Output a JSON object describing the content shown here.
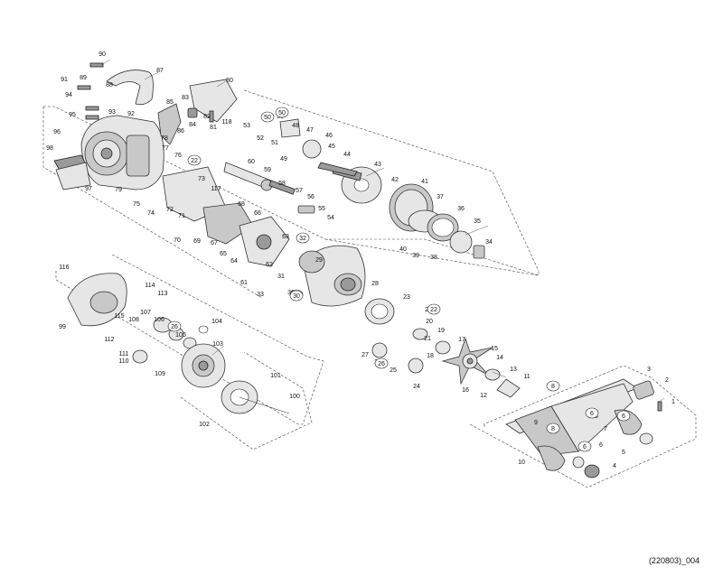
{
  "diagram": {
    "reference_code": "(220803)_004",
    "part_labels": [
      "1",
      "2",
      "3",
      "4",
      "5",
      "6",
      "7",
      "8",
      "9",
      "10",
      "11",
      "12",
      "13",
      "14",
      "15",
      "16",
      "17",
      "18",
      "19",
      "20",
      "21",
      "22",
      "23",
      "24",
      "25",
      "26",
      "27",
      "28",
      "29",
      "30",
      "31",
      "32",
      "33",
      "34",
      "35",
      "36",
      "37",
      "38",
      "39",
      "40",
      "41",
      "42",
      "43",
      "44",
      "45",
      "46",
      "47",
      "48",
      "49",
      "50",
      "51",
      "52",
      "53",
      "54",
      "55",
      "56",
      "57",
      "58",
      "59",
      "60",
      "61",
      "62",
      "63",
      "64",
      "65",
      "66",
      "67",
      "68",
      "69",
      "70",
      "71",
      "72",
      "73",
      "74",
      "75",
      "76",
      "77",
      "78",
      "79",
      "80",
      "81",
      "82",
      "83",
      "84",
      "85",
      "86",
      "87",
      "88",
      "89",
      "90",
      "91",
      "92",
      "93",
      "94",
      "95",
      "96",
      "97",
      "98",
      "99",
      "100",
      "101",
      "102",
      "103",
      "104",
      "105",
      "106",
      "107",
      "108",
      "109",
      "110",
      "111",
      "112",
      "113",
      "114",
      "115",
      "116",
      "117",
      "118"
    ],
    "circled_labels": [
      "22",
      "26",
      "30",
      "32",
      "50",
      "6",
      "8"
    ]
  }
}
